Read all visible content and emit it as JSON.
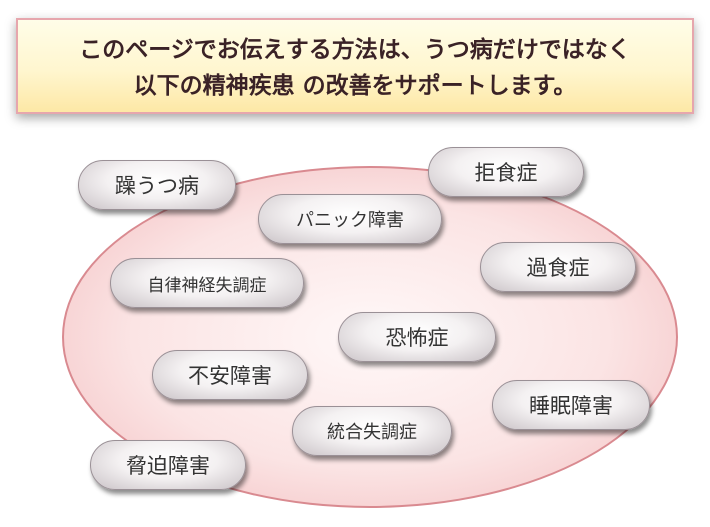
{
  "banner": {
    "line1": "このページでお伝えする方法は、うつ病だけではなく",
    "line2": "以下の精神疾患 の改善をサポートします。"
  },
  "conditions": {
    "bipolar": "躁うつ病",
    "anorexia": "拒食症",
    "panic": "パニック障害",
    "binge": "過食症",
    "autonomic": "自律神経失調症",
    "phobia": "恐怖症",
    "anxiety": "不安障害",
    "sleep": "睡眠障害",
    "schizophrenia": "統合失調症",
    "ocd": "脅迫障害"
  }
}
